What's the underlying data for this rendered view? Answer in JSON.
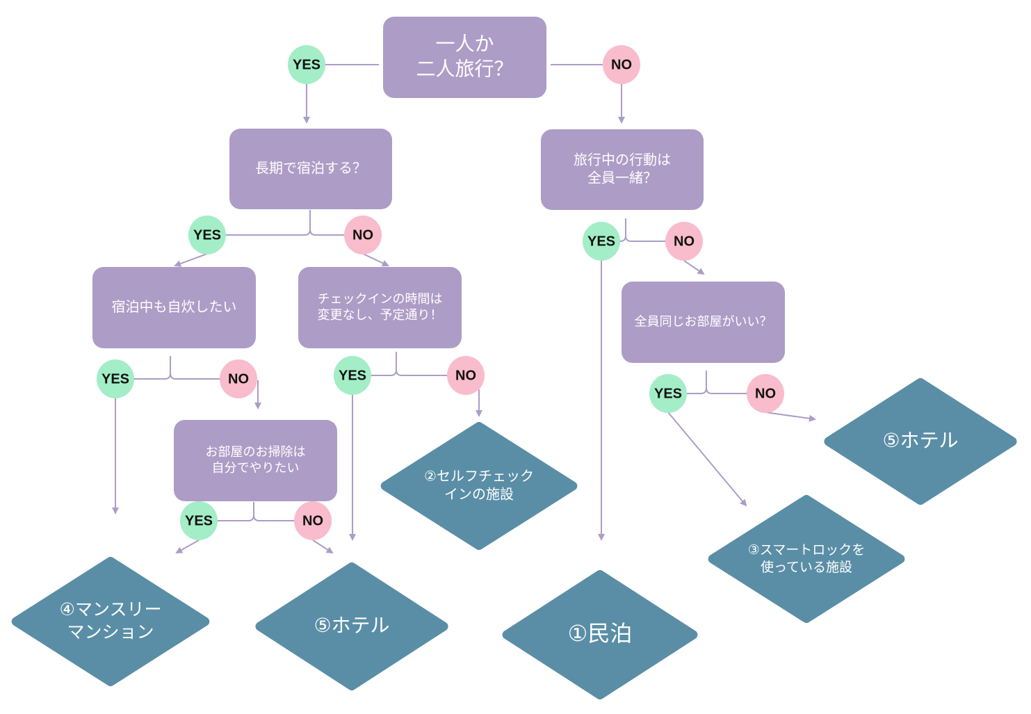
{
  "colors": {
    "question": "#ad9cc6",
    "result": "#5a8ea6",
    "yes": "#a3edc7",
    "no": "#f8bccd",
    "connector": "#ad9cc6",
    "text_light": "#ffffff",
    "text_dark": "#111111"
  },
  "labels": {
    "yes": "YES",
    "no": "NO"
  },
  "questions": {
    "q1": [
      "一人か",
      "二人旅行？"
    ],
    "q2": [
      "長期で宿泊する？"
    ],
    "q3": [
      "旅行中の行動は",
      "全員一緒？"
    ],
    "q4": [
      "宿泊中も自炊したい"
    ],
    "q5": [
      "チェックインの時間は",
      "変更なし、予定通り！"
    ],
    "q6": [
      "全員同じお部屋がいい？"
    ],
    "q7": [
      "お部屋のお掃除は",
      "自分でやりたい"
    ]
  },
  "results": {
    "r_selfcheckin": [
      "②セルフチェック",
      "インの施設"
    ],
    "r_hotel_right": [
      "⑤ホテル"
    ],
    "r_smartlock": [
      "③スマートロックを",
      "使っている施設"
    ],
    "r_monthly": [
      "④マンスリー",
      "マンション"
    ],
    "r_hotel_mid": [
      "⑤ホテル"
    ],
    "r_minpaku": [
      "①民泊"
    ]
  }
}
